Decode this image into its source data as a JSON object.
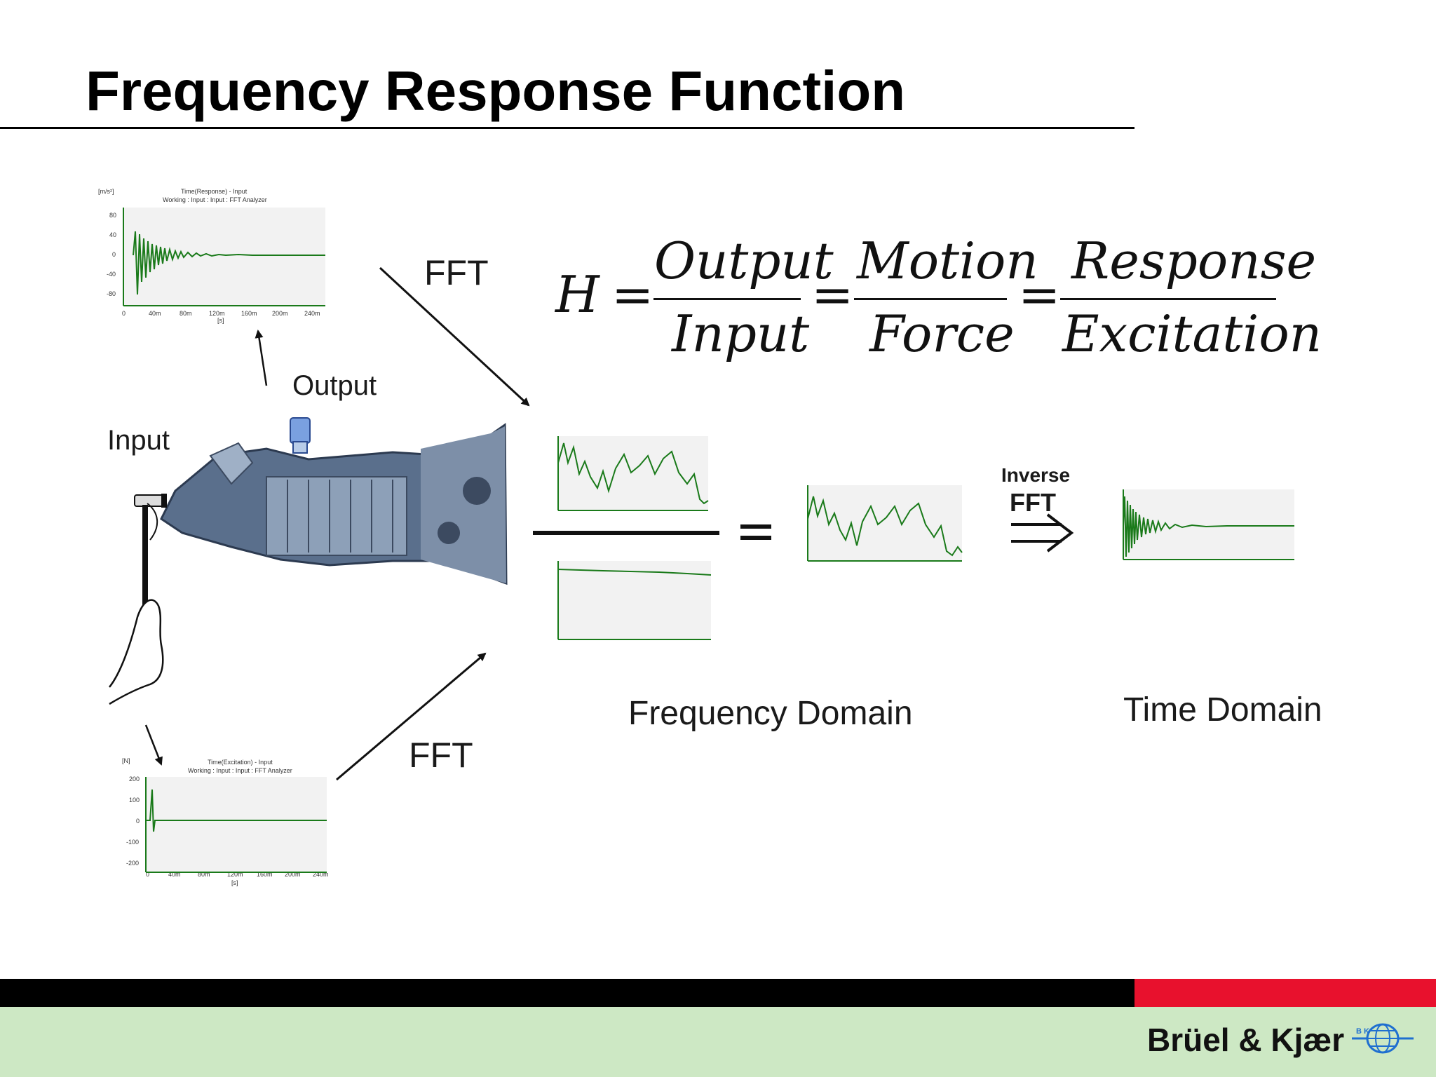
{
  "title": "Frequency Response Function",
  "labels": {
    "fft_top": "FFT",
    "fft_bottom": "FFT",
    "output": "Output",
    "input": "Input",
    "inverse": "Inverse",
    "inverse_fft": "FFT",
    "frequency_domain": "Frequency Domain",
    "time_domain": "Time Domain"
  },
  "equation": {
    "lhs": "H",
    "equals": "=",
    "fractions": [
      {
        "numerator": "Output",
        "denominator": "Input"
      },
      {
        "numerator": "Motion",
        "denominator": "Force"
      },
      {
        "numerator": "Response",
        "denominator": "Excitation"
      }
    ]
  },
  "plots": {
    "time_response": {
      "unit": "[m/s²]",
      "title": "Time(Response) - Input",
      "subtitle": "Working : Input : Input : FFT Analyzer",
      "yticks": [
        "80",
        "40",
        "0",
        "-40",
        "-80"
      ],
      "xticks": [
        "0",
        "40m",
        "80m",
        "120m",
        "160m",
        "200m",
        "240m"
      ],
      "xunit": "[s]"
    },
    "time_excitation": {
      "unit": "[N]",
      "title": "Time(Excitation) - Input",
      "subtitle": "Working : Input : Input : FFT Analyzer",
      "yticks": [
        "200",
        "100",
        "0",
        "-100",
        "-200"
      ],
      "xticks": [
        "0",
        "40m",
        "80m",
        "120m",
        "160m",
        "200m",
        "240m"
      ],
      "xunit": "[s]"
    }
  },
  "colors": {
    "trace": "#1a7a1a",
    "plot_bg": "#f2f2f2",
    "band_black": "#000000",
    "band_red": "#e8112d",
    "band_green": "#cde8c4"
  },
  "brand": "Brüel & Kjær",
  "brand_logo_letters": "B K"
}
